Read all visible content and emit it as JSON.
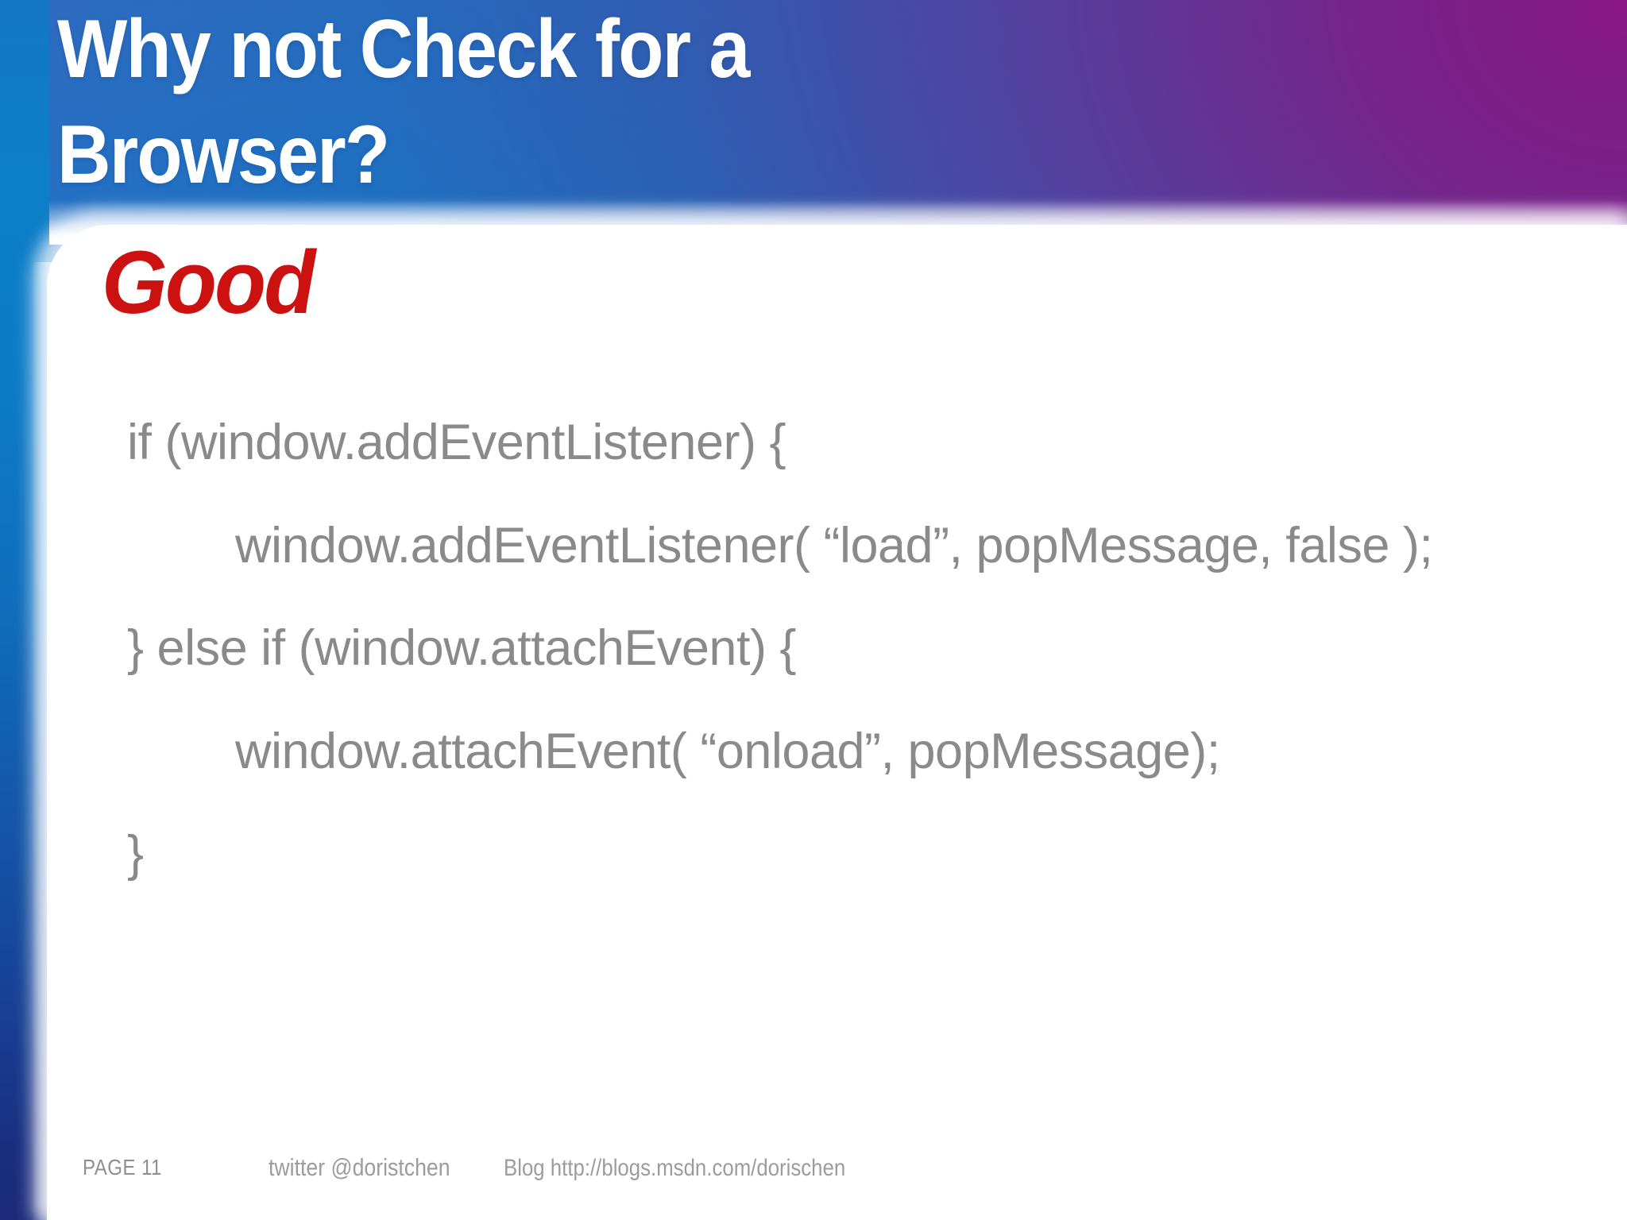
{
  "slide": {
    "title": "Why not Check for a\nBrowser?",
    "label": "Good",
    "label_color": "#CC1111",
    "code_color": "#8a8a8a",
    "background": {
      "blue": "#0d7dc8",
      "purple": "#8c1682",
      "navy": "#1b2a7b"
    },
    "code_lines": [
      "if (window.addEventListener) {",
      "        window.addEventListener( “load”, popMessage, false );",
      "} else if (window.attachEvent) {",
      "        window.attachEvent( “onload”, popMessage);",
      "}"
    ]
  },
  "footer": {
    "page": "PAGE 11",
    "twitter": "twitter @doristchen",
    "blog": "Blog http://blogs.msdn.com/dorischen"
  }
}
